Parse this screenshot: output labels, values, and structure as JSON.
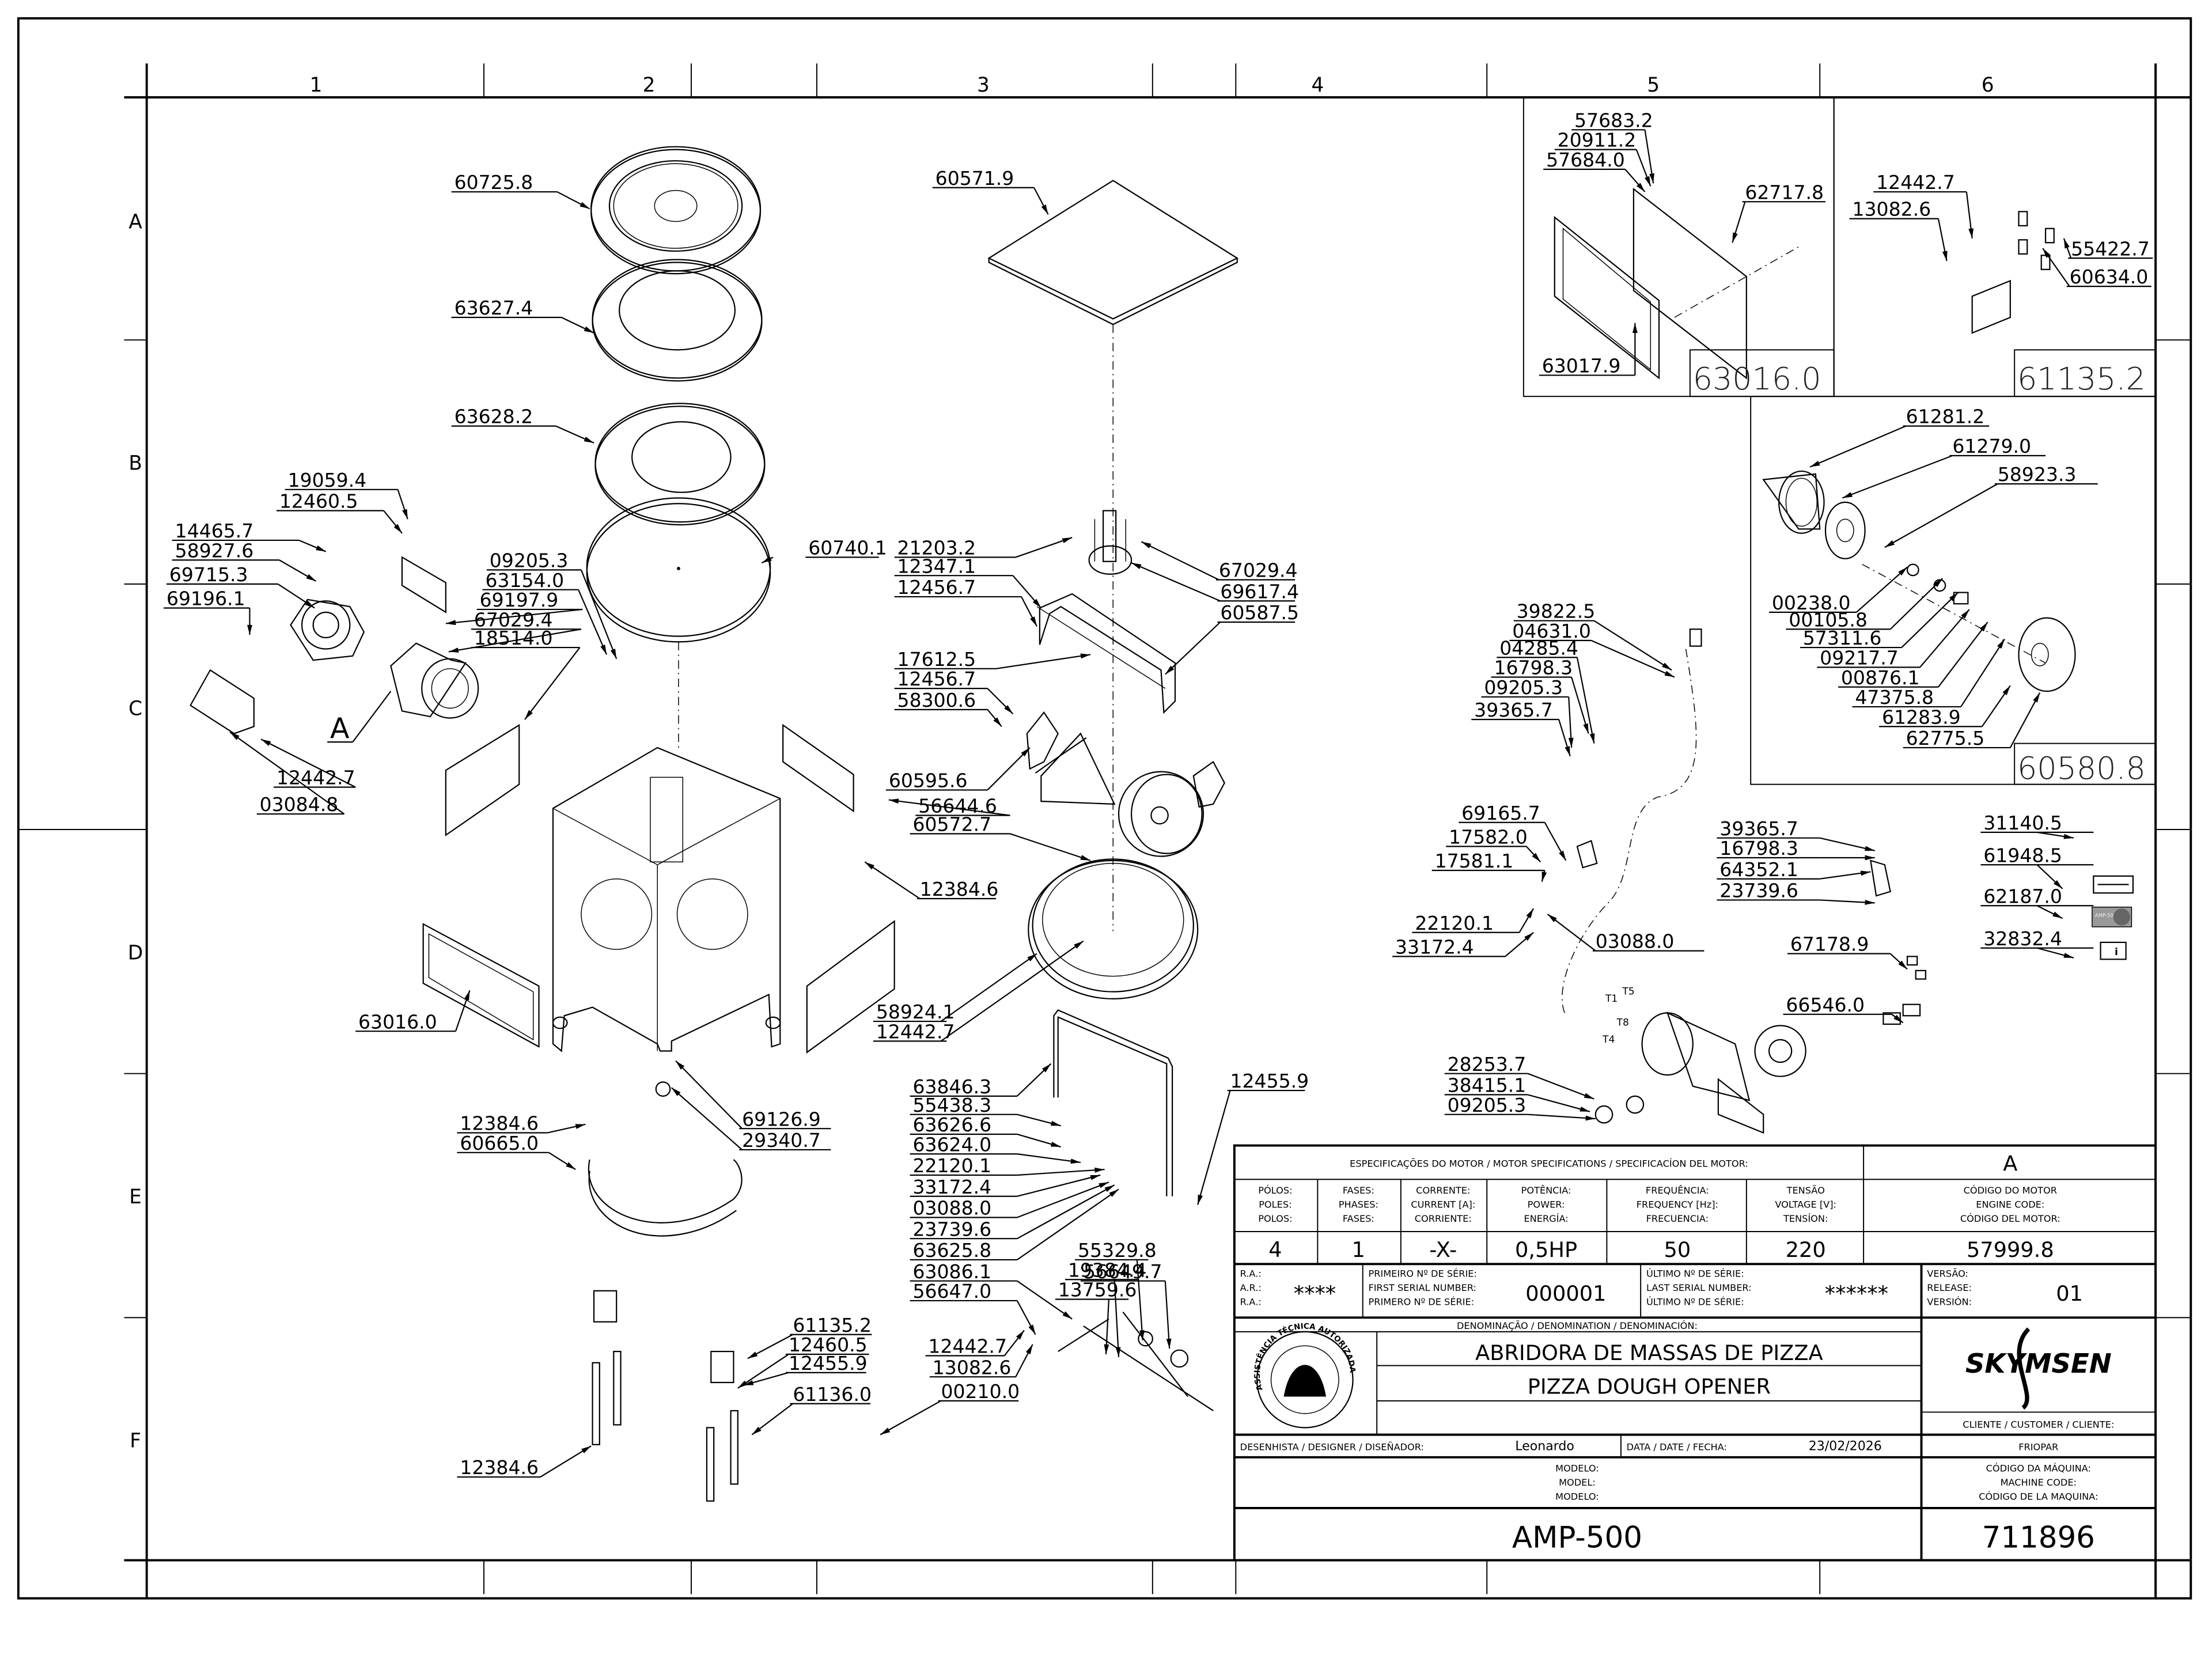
{
  "drawing": {
    "grid_columns": [
      "1",
      "2",
      "3",
      "4",
      "5",
      "6"
    ],
    "grid_rows": [
      "A",
      "B",
      "C",
      "D",
      "E",
      "F"
    ],
    "view_marker": "A"
  },
  "callouts": [
    {
      "id": "60725.8",
      "zone": "2A"
    },
    {
      "id": "63627.4",
      "zone": "2A"
    },
    {
      "id": "63628.2",
      "zone": "2B"
    },
    {
      "id": "60740.1",
      "zone": "2B"
    },
    {
      "id": "60571.9",
      "zone": "3A"
    },
    {
      "id": "19059.4",
      "zone": "1B"
    },
    {
      "id": "12460.5",
      "zone": "1B"
    },
    {
      "id": "14465.7",
      "zone": "1B"
    },
    {
      "id": "58927.6",
      "zone": "1B"
    },
    {
      "id": "69715.3",
      "zone": "1B"
    },
    {
      "id": "69196.1",
      "zone": "1B"
    },
    {
      "id": "09205.3",
      "zone": "2B"
    },
    {
      "id": "63154.0",
      "zone": "2B"
    },
    {
      "id": "69197.9",
      "zone": "2B"
    },
    {
      "id": "67029.4",
      "zone": "2B"
    },
    {
      "id": "18514.0",
      "zone": "2C"
    },
    {
      "id": "12442.7",
      "zone": "1C"
    },
    {
      "id": "03084.8",
      "zone": "1C"
    },
    {
      "id": "21203.2",
      "zone": "3B"
    },
    {
      "id": "12347.1",
      "zone": "3B"
    },
    {
      "id": "12456.7",
      "zone": "3B"
    },
    {
      "id": "67029.4",
      "zone": "4B"
    },
    {
      "id": "69617.4",
      "zone": "4B"
    },
    {
      "id": "60587.5",
      "zone": "4B"
    },
    {
      "id": "17612.5",
      "zone": "3C"
    },
    {
      "id": "12456.7",
      "zone": "3C"
    },
    {
      "id": "58300.6",
      "zone": "3C"
    },
    {
      "id": "60595.6",
      "zone": "3C"
    },
    {
      "id": "56644.6",
      "zone": "3C"
    },
    {
      "id": "60572.7",
      "zone": "3C"
    },
    {
      "id": "12384.6",
      "zone": "3D"
    },
    {
      "id": "63016.0",
      "zone": "1D"
    },
    {
      "id": "58924.1",
      "zone": "3D"
    },
    {
      "id": "12442.7",
      "zone": "3D"
    },
    {
      "id": "69126.9",
      "zone": "2E"
    },
    {
      "id": "29340.7",
      "zone": "2E"
    },
    {
      "id": "12384.6",
      "zone": "2E"
    },
    {
      "id": "60665.0",
      "zone": "2E"
    },
    {
      "id": "63846.3",
      "zone": "3E"
    },
    {
      "id": "55438.3",
      "zone": "3E"
    },
    {
      "id": "63626.6",
      "zone": "3E"
    },
    {
      "id": "63624.0",
      "zone": "3E"
    },
    {
      "id": "22120.1",
      "zone": "3E"
    },
    {
      "id": "33172.4",
      "zone": "3E"
    },
    {
      "id": "03088.0",
      "zone": "3E"
    },
    {
      "id": "23739.6",
      "zone": "3E"
    },
    {
      "id": "63625.8",
      "zone": "3E"
    },
    {
      "id": "63086.1",
      "zone": "3E"
    },
    {
      "id": "56647.0",
      "zone": "3E"
    },
    {
      "id": "12455.9",
      "zone": "4E"
    },
    {
      "id": "56649.7",
      "zone": "3E"
    },
    {
      "id": "55329.8",
      "zone": "3E"
    },
    {
      "id": "19384.4",
      "zone": "3E"
    },
    {
      "id": "13759.6",
      "zone": "3E"
    },
    {
      "id": "12442.7",
      "zone": "3F"
    },
    {
      "id": "13082.6",
      "zone": "3F"
    },
    {
      "id": "00210.0",
      "zone": "3F"
    },
    {
      "id": "61135.2",
      "zone": "2F"
    },
    {
      "id": "12460.5",
      "zone": "2F"
    },
    {
      "id": "12455.9",
      "zone": "2F"
    },
    {
      "id": "61136.0",
      "zone": "2F"
    },
    {
      "id": "12384.6",
      "zone": "2F"
    },
    {
      "id": "39822.5",
      "zone": "5C"
    },
    {
      "id": "04631.0",
      "zone": "5C"
    },
    {
      "id": "04285.4",
      "zone": "5C"
    },
    {
      "id": "16798.3",
      "zone": "5C"
    },
    {
      "id": "09205.3",
      "zone": "5C"
    },
    {
      "id": "39365.7",
      "zone": "5C"
    },
    {
      "id": "69165.7",
      "zone": "5D"
    },
    {
      "id": "17582.0",
      "zone": "5D"
    },
    {
      "id": "17581.1",
      "zone": "5D"
    },
    {
      "id": "22120.1",
      "zone": "5D"
    },
    {
      "id": "33172.4",
      "zone": "5D"
    },
    {
      "id": "03088.0",
      "zone": "5D"
    },
    {
      "id": "39365.7",
      "zone": "6D"
    },
    {
      "id": "16798.3",
      "zone": "6D"
    },
    {
      "id": "64352.1",
      "zone": "6D"
    },
    {
      "id": "23739.6",
      "zone": "6D"
    },
    {
      "id": "67178.9",
      "zone": "6D"
    },
    {
      "id": "66546.0",
      "zone": "6D"
    },
    {
      "id": "28253.7",
      "zone": "5E"
    },
    {
      "id": "38415.1",
      "zone": "5E"
    },
    {
      "id": "09205.3",
      "zone": "5E"
    },
    {
      "id": "31140.5",
      "zone": "6D"
    },
    {
      "id": "61948.5",
      "zone": "6D"
    },
    {
      "id": "62187.0",
      "zone": "6D"
    },
    {
      "id": "32832.4",
      "zone": "6D"
    },
    {
      "id": "57683.2",
      "zone": "5A"
    },
    {
      "id": "20911.2",
      "zone": "5A"
    },
    {
      "id": "57684.0",
      "zone": "5A"
    },
    {
      "id": "62717.8",
      "zone": "5A"
    },
    {
      "id": "63017.9",
      "zone": "5B"
    },
    {
      "id": "12442.7",
      "zone": "6A"
    },
    {
      "id": "13082.6",
      "zone": "6A"
    },
    {
      "id": "55422.7",
      "zone": "6A"
    },
    {
      "id": "60634.0",
      "zone": "6A"
    },
    {
      "id": "61281.2",
      "zone": "6B"
    },
    {
      "id": "61279.0",
      "zone": "6B"
    },
    {
      "id": "58923.3",
      "zone": "6B"
    },
    {
      "id": "00238.0",
      "zone": "6C"
    },
    {
      "id": "00105.8",
      "zone": "6C"
    },
    {
      "id": "57311.6",
      "zone": "6C"
    },
    {
      "id": "09217.7",
      "zone": "6C"
    },
    {
      "id": "00876.1",
      "zone": "6C"
    },
    {
      "id": "47375.8",
      "zone": "6C"
    },
    {
      "id": "61283.9",
      "zone": "6C"
    },
    {
      "id": "62775.5",
      "zone": "6C"
    }
  ],
  "insets": {
    "panel_assembly": "63016.0",
    "bracket_assembly": "61135.2",
    "cone_assembly": "60580.8"
  },
  "wire_tags": [
    "T5",
    "T1",
    "T8",
    "T4"
  ],
  "label_62187_text": "AMP-500",
  "title_block": {
    "motor_spec_header": "ESPECIFICAÇÕES DO MOTOR / MOTOR SPECIFICATIONS / SPECIFICACÍON DEL MOTOR:",
    "motor_ref": "A",
    "columns": [
      {
        "labels": [
          "PÓLOS:",
          "POLES:",
          "POLOS:"
        ],
        "value": "4"
      },
      {
        "labels": [
          "FASES:",
          "PHASES:",
          "FASES:"
        ],
        "value": "1"
      },
      {
        "labels": [
          "CORRENTE:",
          "CURRENT [A]:",
          "CORRIENTE:"
        ],
        "value": "-X-"
      },
      {
        "labels": [
          "POTÊNCIA:",
          "POWER:",
          "ENERGÍA:"
        ],
        "value": "0,5HP"
      },
      {
        "labels": [
          "FREQUÊNCIA:",
          "FREQUENCY [Hz]:",
          "FRECUENCIA:"
        ],
        "value": "50"
      },
      {
        "labels": [
          "TENSÃO",
          "VOLTAGE [V]:",
          "TENSÍON:"
        ],
        "value": "220"
      },
      {
        "labels": [
          "CÓDIGO DO MOTOR",
          "ENGINE CODE:",
          "CÓDIGO DEL MOTOR:"
        ],
        "value": "57999.8"
      }
    ],
    "ra": {
      "labels": [
        "R.A.:",
        "A.R.:",
        "R.A.:"
      ],
      "value": "****"
    },
    "first_serial": {
      "labels": [
        "PRIMEIRO Nº DE SÉRIE:",
        "FIRST SERIAL NUMBER:",
        "PRIMERO Nº DE SÉRIE:"
      ],
      "value": "000001"
    },
    "last_serial": {
      "labels": [
        "ÚLTIMO Nº DE SÉRIE:",
        "LAST SERIAL NUMBER:",
        "ÚLTIMO Nº DE SÉRIE:"
      ],
      "value": "******"
    },
    "release": {
      "labels": [
        "VERSÃO:",
        "RELEASE:",
        "VERSIÓN:"
      ],
      "value": "01"
    },
    "denomination_header": "DENOMINAÇÃO / DENOMINATION / DENOMINACIÓN:",
    "name_pt": "ABRIDORA DE MASSAS DE PIZZA",
    "name_en": "PIZZA DOUGH OPENER",
    "seal_text": "ASSISTÊNCIA TÉCNICA AUTORIZADA",
    "brand": "SKYMSEN",
    "customer_label": "CLIENTE / CUSTOMER / CLIENTE:",
    "customer": "FRIOPAR",
    "designer_label": "DESENHISTA / DESIGNER / DISEÑADOR:",
    "designer": "Leonardo",
    "date_label": "DATA / DATE / FECHA:",
    "date": "23/02/2026",
    "model_labels": [
      "MODELO:",
      "MODEL:",
      "MODELO:"
    ],
    "model": "AMP-500",
    "machine_code_labels": [
      "CÓDIGO DA MÁQUINA:",
      "MACHINE CODE:",
      "CÓDIGO DE LA MAQUINA:"
    ],
    "machine_code": "711896"
  }
}
